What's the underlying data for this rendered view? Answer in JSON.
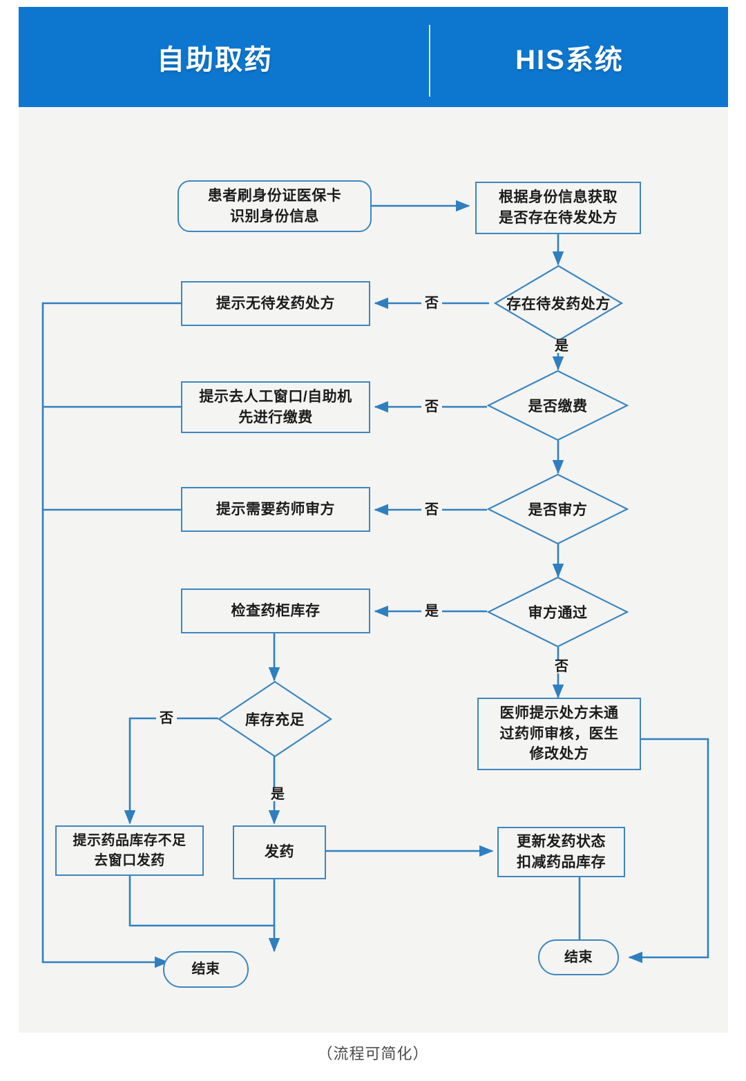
{
  "header": {
    "left_title": "自助取药",
    "right_title": "HIS系统"
  },
  "caption": "（流程可简化）",
  "colors": {
    "header_blue": "#0d76cf",
    "canvas_bg": "#f4f4f3",
    "node_border": "#3c86be",
    "connector": "#2f7fbf",
    "text": "#1b1b1b"
  },
  "nodes": {
    "start": "患者刷身份证医保卡\n识别身份信息",
    "fetch_rx": "根据身份信息获取\n是否存在待发处方",
    "no_rx_msg": "提示无待发药处方",
    "pay_msg": "提示去人工窗口/自助机\n先进行缴费",
    "review_msg": "提示需要药师审方",
    "check_stock": "检查药柜库存",
    "stock_short_msg": "提示药品库存不足\n去窗口发药",
    "dispense": "发药",
    "update_status": "更新发药状态\n扣减药品库存",
    "doctor_revise": "医师提示处方未通\n过药师审核，医生\n修改处方",
    "end_left": "结束",
    "end_right": "结束"
  },
  "decisions": {
    "has_rx": "存在待发药处方",
    "is_paid": "是否缴费",
    "is_reviewed": "是否审方",
    "review_passed": "审方通过",
    "stock_ok": "库存充足"
  },
  "edge_labels": {
    "has_rx_no": "否",
    "has_rx_yes": "是",
    "is_paid_no": "否",
    "is_reviewed_no": "否",
    "review_passed_yes": "是",
    "review_passed_no": "否",
    "stock_no": "否",
    "stock_yes": "是"
  }
}
